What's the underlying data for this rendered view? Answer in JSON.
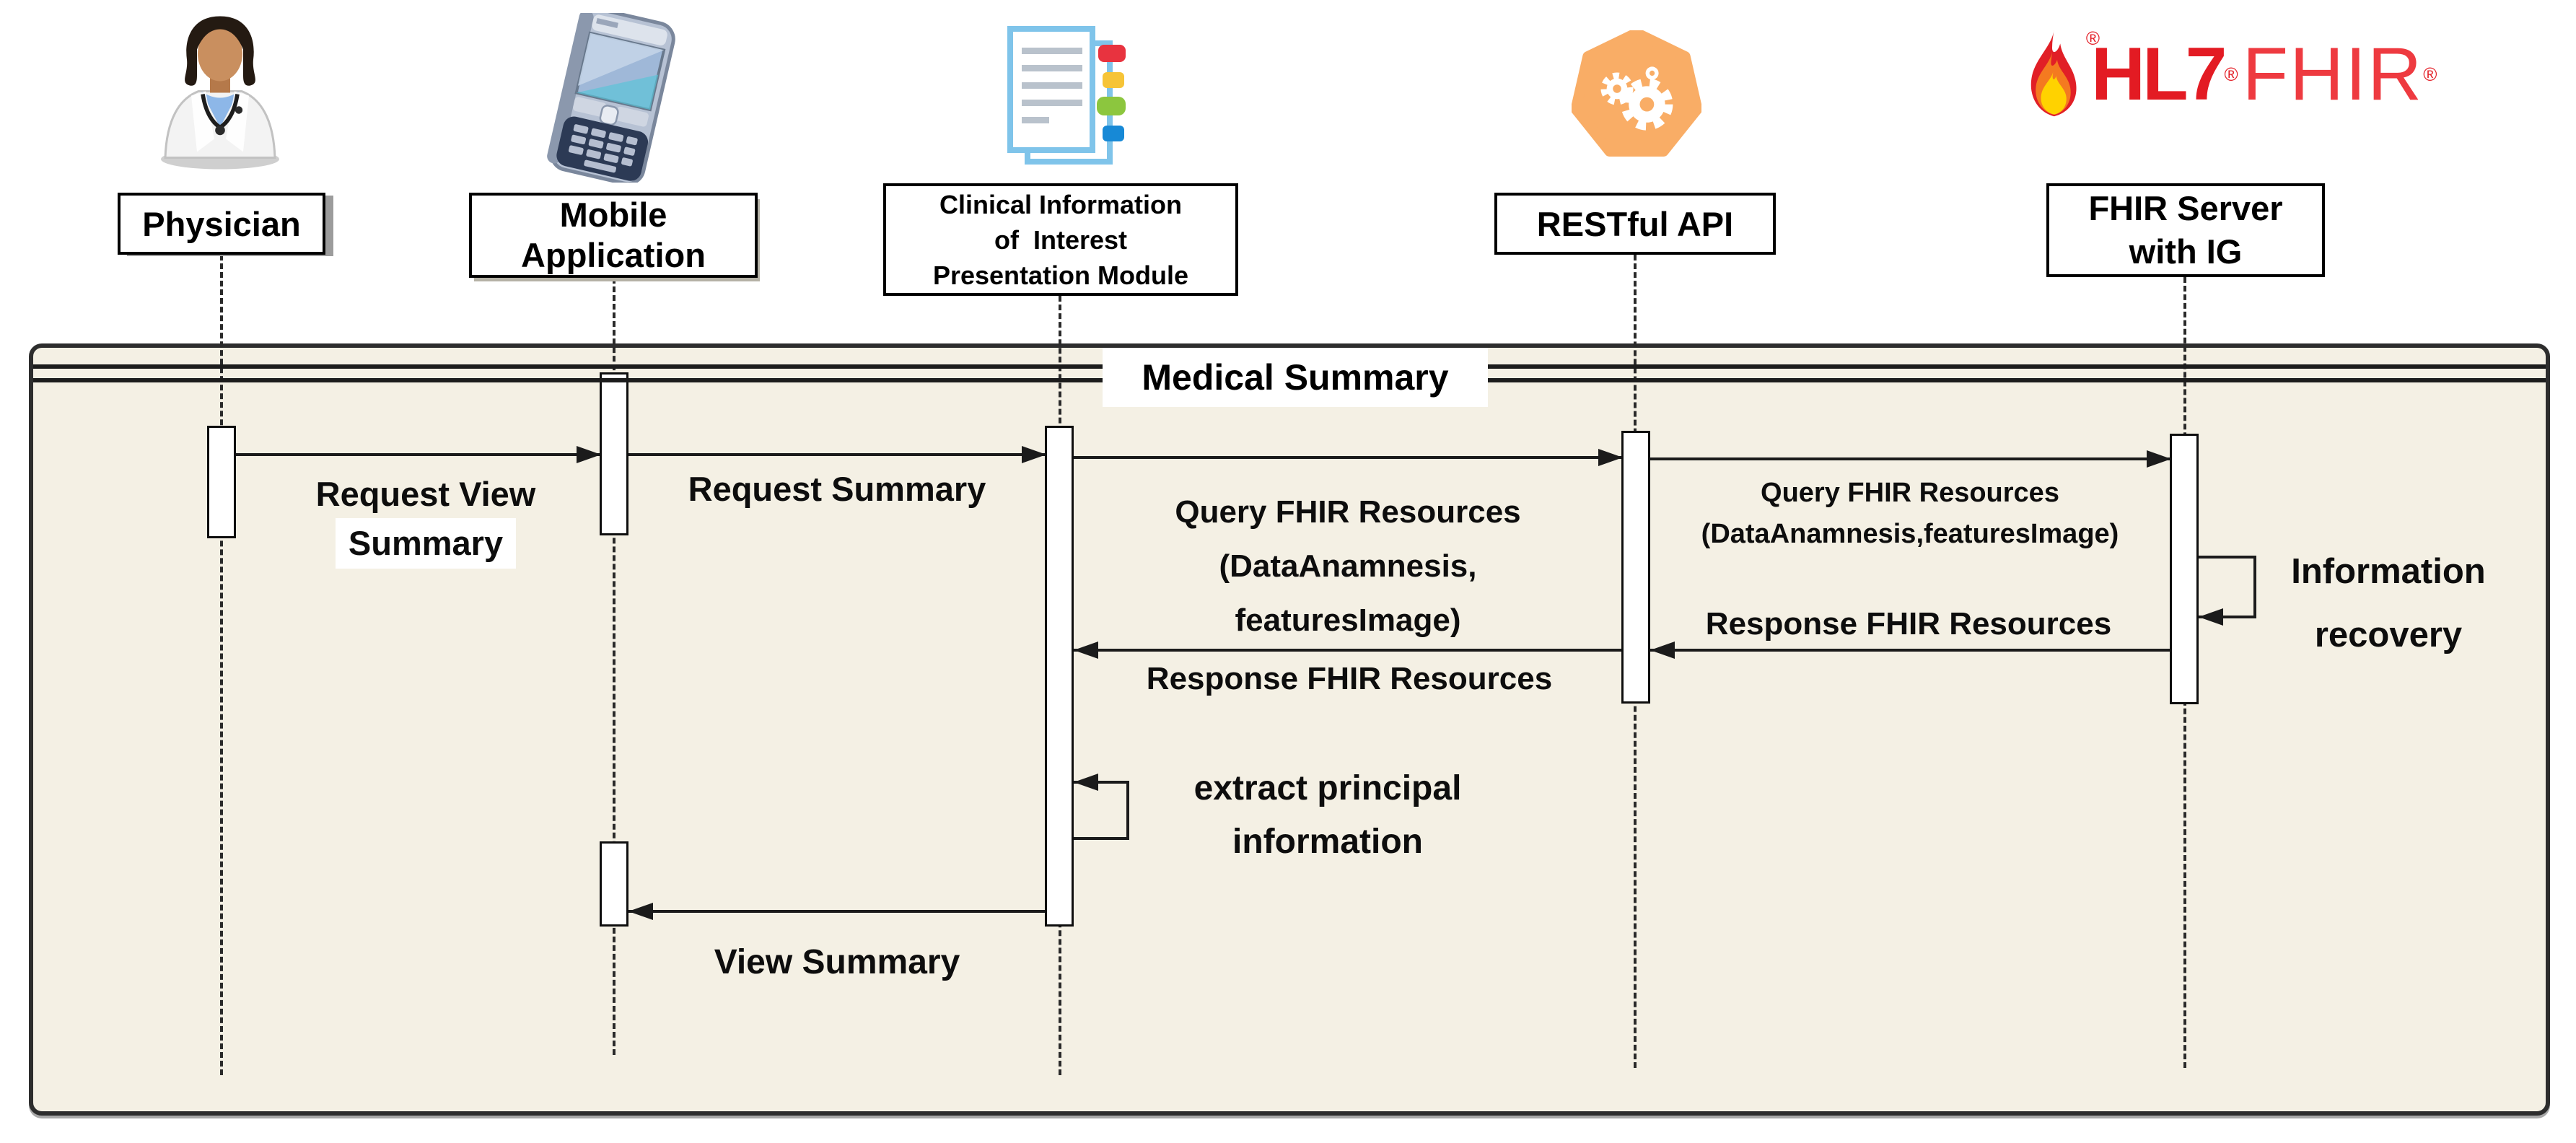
{
  "frame": {
    "title": "Medical Summary"
  },
  "actors": {
    "physician": {
      "name": "Physician"
    },
    "mobile": {
      "line1": "Mobile",
      "line2": "Application"
    },
    "clinical": {
      "line1": "Clinical Information",
      "line2": "of  Interest",
      "line3": "Presentation Module"
    },
    "rest": {
      "name": "RESTful API"
    },
    "fhir": {
      "line1": "FHIR Server",
      "line2": "with IG"
    }
  },
  "logo": {
    "hl7": "HL7",
    "fhir": "FHIR",
    "reg": "®"
  },
  "messages": {
    "request_view_summary": {
      "line1": "Request View",
      "line2": "Summary"
    },
    "request_summary": "Request Summary",
    "query_fhir_clinical": {
      "line1": "Query FHIR Resources",
      "line2": "(DataAnamnesis,",
      "line3": "featuresImage)"
    },
    "query_fhir_rest": {
      "line1": "Query FHIR Resources",
      "line2": "(DataAnamnesis,featuresImage)"
    },
    "information_recovery": {
      "line1": "Information",
      "line2": "recovery"
    },
    "response_fhir_to_rest": "Response FHIR Resources",
    "response_rest_to_clinical": "Response FHIR Resources",
    "extract_principal": {
      "line1": "extract principal",
      "line2": "information"
    },
    "view_summary": "View Summary"
  },
  "colors": {
    "frame_background": "#f4f0e4",
    "frame_border": "#2d2d2d",
    "message_line": "#1b1b1b",
    "hl7_red": "#e31b23",
    "fhir_red": "#ee3a40",
    "api_icon_orange": "#f9ad66",
    "doc_page_border": "#7fc4ea",
    "doc_tab_red": "#e8333f",
    "doc_tab_yellow": "#f6c437",
    "doc_tab_green": "#8cc63e",
    "doc_tab_blue": "#1789d6"
  }
}
